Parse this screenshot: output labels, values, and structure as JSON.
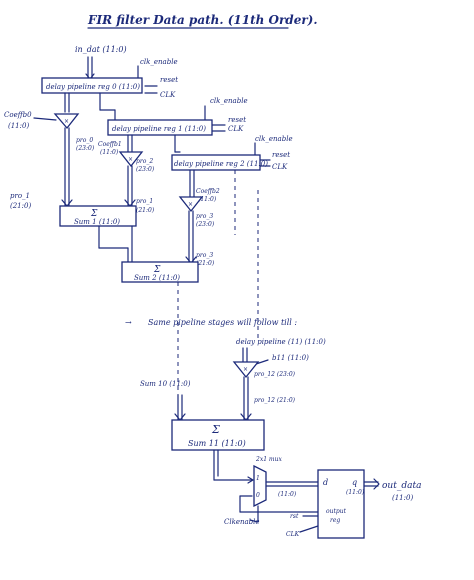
{
  "title": "FIR filter Data path. (11th Order).",
  "inputs": {
    "in_dat": "in_dat (11:0)",
    "clk_enable": "clk_enable",
    "reset": "reset",
    "clk": "CLK"
  },
  "registers": {
    "reg0": "delay pipeline reg 0 (11:0)",
    "reg1": "delay pipeline reg 1 (11:0)",
    "reg2": "delay pipeline reg 2 (11:0)"
  },
  "coeffs": {
    "b0": "Coeffb0",
    "b0_width": "(11:0)",
    "b1": "Coeffb1",
    "b1_width": "(11:0)",
    "b2": "Coeffb2",
    "b2_width": "(11:0)",
    "b11": "b11 (11:0)"
  },
  "products": {
    "pro0": "pro_0",
    "pro0_width": "(23:0)",
    "pro1": "pro_1",
    "pro1_width": "(21:0)",
    "pro1b": "pro_1",
    "pro1b_width": "(21:0)",
    "pro2": "pro_2",
    "pro2_width": "(23:0)",
    "pro3": "pro_3",
    "pro3_width": "(23:0)",
    "pro3b": "pro_3",
    "pro3b_width": "(21:0)",
    "pro12": "pro_12 (23:0)",
    "pro12b": "pro_12 (21:0)"
  },
  "sums": {
    "sigma": "Σ",
    "sum1": "Sum 1 (11:0)",
    "sum2": "Sum 2 (11:0)",
    "sum10": "Sum 10 (11:0)",
    "sum11": "Sum 11 (11:0)"
  },
  "note": "Same pipeline stages will follow till :",
  "delay_pipeline_11": "delay pipeline (11) (11:0)",
  "mux": {
    "label": "2x1 mux",
    "in0": "0",
    "in1": "1",
    "width": "(11:0)"
  },
  "output_reg": {
    "d": "d",
    "q": "q",
    "label1": "output",
    "label2": "reg",
    "width": "(11:0)",
    "rst": "rst",
    "clk": "CLK",
    "enable": "Clkenable"
  },
  "output": {
    "name": "out_data",
    "width": "(11:0)"
  }
}
